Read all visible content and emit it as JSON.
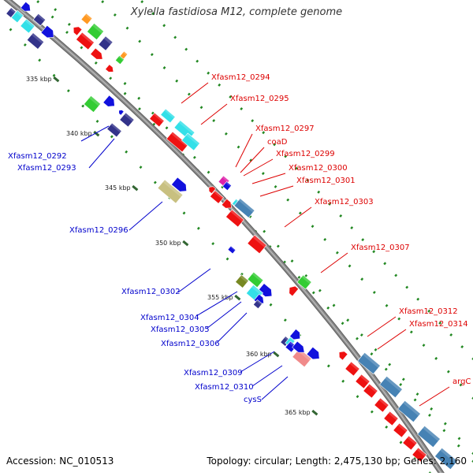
{
  "title": "Xylella fastidiosa M12, complete genome",
  "accession": "Accession: NC_010513",
  "summary": "Topology: circular; Length: 2,475,130 bp; Genes: 2,160",
  "ticks": [
    {
      "label": "335 kbp",
      "kbp": 335
    },
    {
      "label": "340 kbp",
      "kbp": 340
    },
    {
      "label": "345 kbp",
      "kbp": 345
    },
    {
      "label": "350 kbp",
      "kbp": 350
    },
    {
      "label": "355 kbp",
      "kbp": 355
    },
    {
      "label": "360 kbp",
      "kbp": 360
    },
    {
      "label": "365 kbp",
      "kbp": 365
    }
  ],
  "gene_labels_forward": [
    "Xfasm12_0294",
    "Xfasm12_0295",
    "Xfasm12_0297",
    "coaD",
    "Xfasm12_0299",
    "Xfasm12_0300",
    "Xfasm12_0301",
    "Xfasm12_0303",
    "Xfasm12_0307",
    "Xfasm12_0312",
    "Xfasm12_0314",
    "argC"
  ],
  "gene_labels_reverse": [
    "Xfasm12_0292",
    "Xfasm12_0293",
    "Xfasm12_0296",
    "Xfasm12_0302",
    "Xfasm12_0304",
    "Xfasm12_0305",
    "Xfasm12_0306",
    "Xfasm12_0309",
    "Xfasm12_0310",
    "cysS"
  ],
  "colors": {
    "backbone": "#8c8c8c",
    "forward_label": "#dd0000",
    "reverse_label": "#0000cc",
    "tick": "#228822",
    "cds_red": "#ee1111",
    "cds_blue": "#1111dd",
    "cds_cyan": "#33e0e8",
    "cds_green": "#33cc33",
    "cds_navy": "#33338a",
    "cds_orange": "#ff9922",
    "cds_olive": "#778822",
    "cds_khaki": "#c8c080",
    "cds_steel": "#4682b4",
    "cds_pink": "#f08a8a",
    "cds_magenta": "#dd22aa"
  }
}
